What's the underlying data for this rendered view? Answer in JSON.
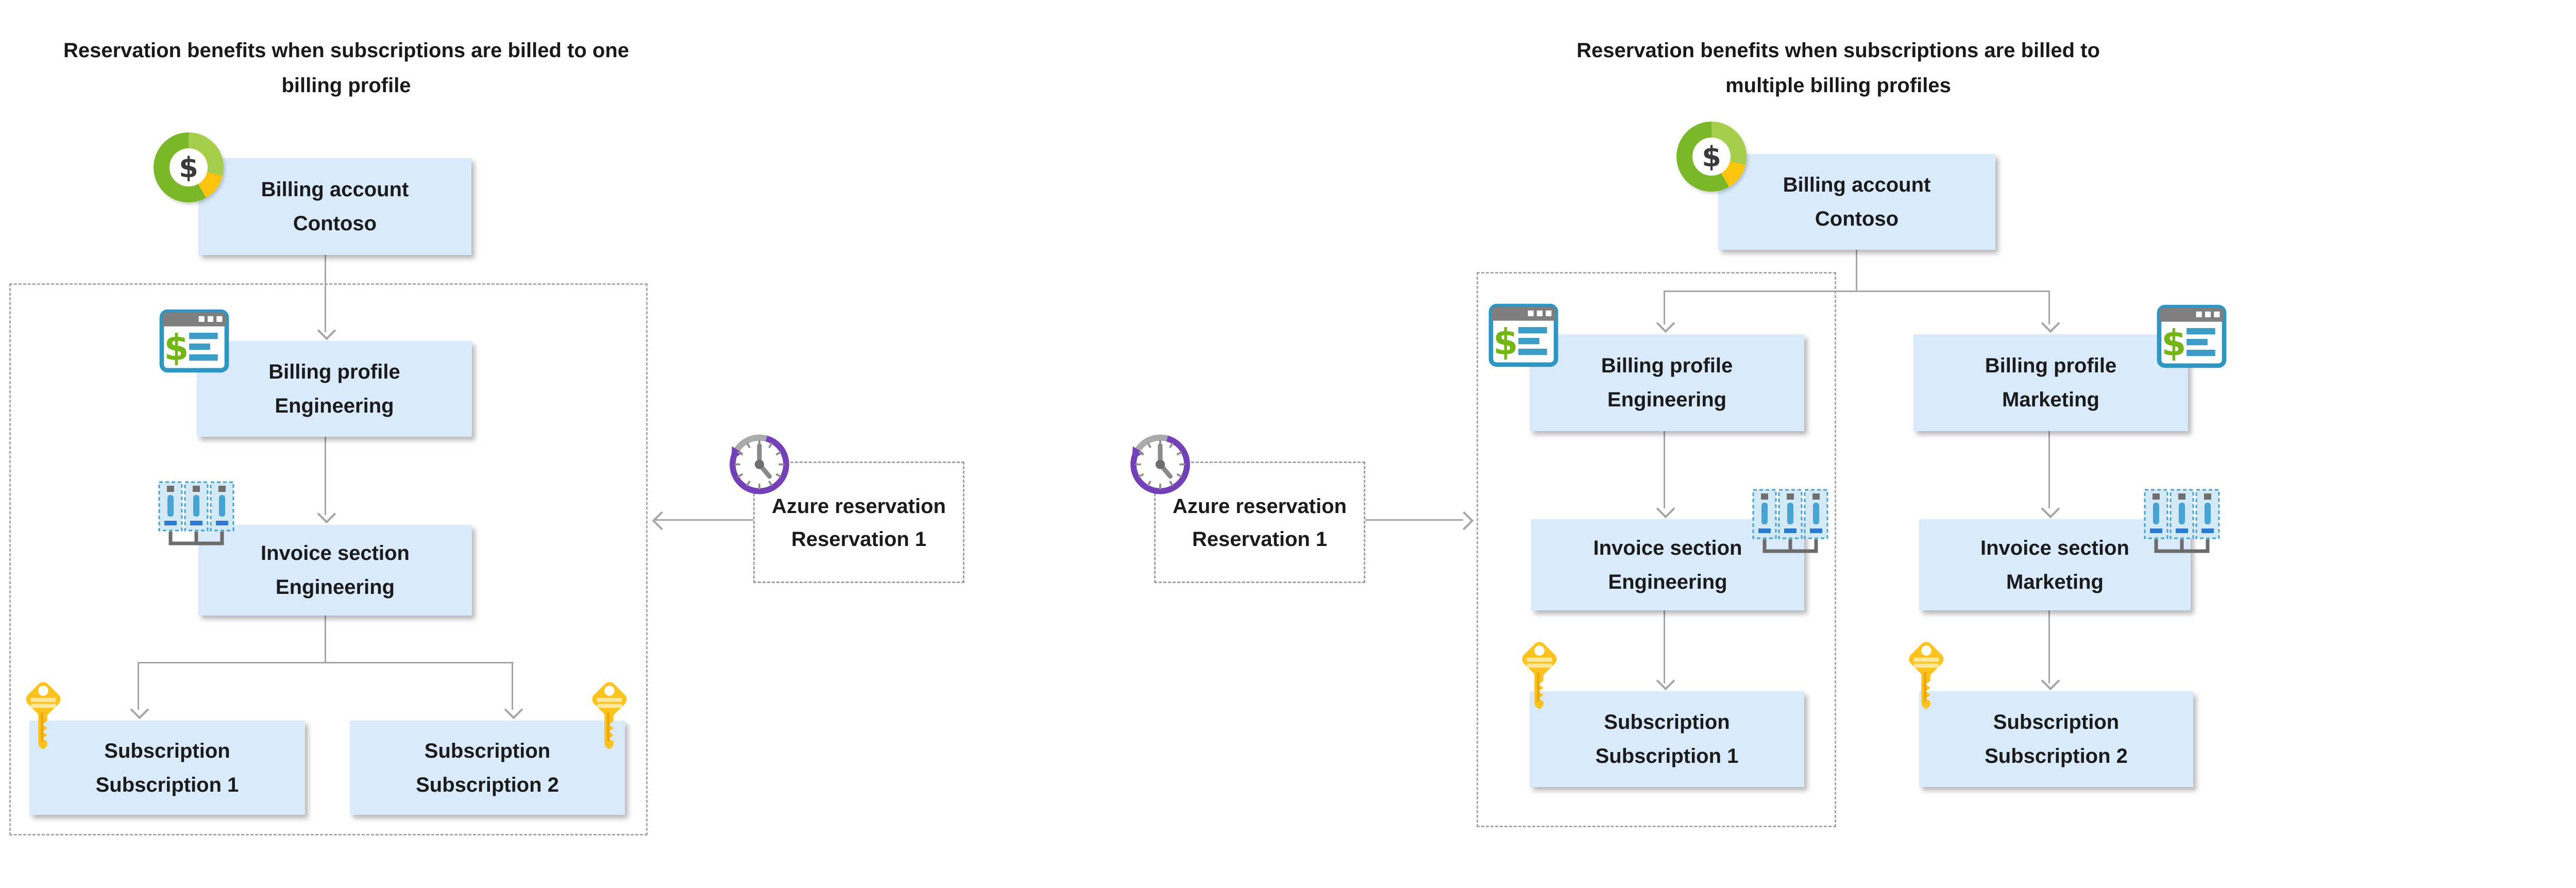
{
  "left_diagram": {
    "title_lines": [
      "Reservation benefits when subscriptions are billed to one",
      "billing profile"
    ],
    "billing_account": {
      "type_label": "Billing account",
      "name": "Contoso"
    },
    "billing_profile": {
      "type_label": "Billing profile",
      "name": "Engineering"
    },
    "invoice_section": {
      "type_label": "Invoice section",
      "name": "Engineering"
    },
    "subscription_1": {
      "type_label": "Subscription",
      "name": "Subscription 1"
    },
    "subscription_2": {
      "type_label": "Subscription",
      "name": "Subscription 2"
    },
    "reservation": {
      "type_label": "Azure reservation",
      "name": "Reservation 1"
    }
  },
  "right_diagram": {
    "title_lines": [
      "Reservation benefits when subscriptions are billed to",
      "multiple billing profiles"
    ],
    "billing_account": {
      "type_label": "Billing account",
      "name": "Contoso"
    },
    "billing_profile_engineering": {
      "type_label": "Billing profile",
      "name": "Engineering"
    },
    "billing_profile_marketing": {
      "type_label": "Billing profile",
      "name": "Marketing"
    },
    "invoice_section_engineering": {
      "type_label": "Invoice section",
      "name": "Engineering"
    },
    "invoice_section_marketing": {
      "type_label": "Invoice section",
      "name": "Marketing"
    },
    "subscription_1": {
      "type_label": "Subscription",
      "name": "Subscription 1"
    },
    "subscription_2": {
      "type_label": "Subscription",
      "name": "Subscription 2"
    },
    "reservation": {
      "type_label": "Azure reservation",
      "name": "Reservation 1"
    }
  },
  "icons": {
    "dollar_glyph": "$",
    "billing_account_icon": "donut-dollar-icon",
    "billing_profile_icon": "billing-invoice-window-icon",
    "invoice_section_icon": "invoice-section-racks-icon",
    "subscription_icon": "subscription-key-icon",
    "reservation_icon": "reservation-recurring-clock-icon"
  },
  "colors": {
    "node_fill": "#d9eafc",
    "connector_gray": "#a6a6a6",
    "dashed_gray": "#a9a9a9",
    "text": "#1b1b1b",
    "donut_green": "#7ab829",
    "donut_light_green": "#a6ce4b",
    "donut_yellow": "#fdc40e",
    "clock_purple": "#7340b8",
    "key_gold": "#fcc21d",
    "icon_blue": "#2e96c0"
  }
}
